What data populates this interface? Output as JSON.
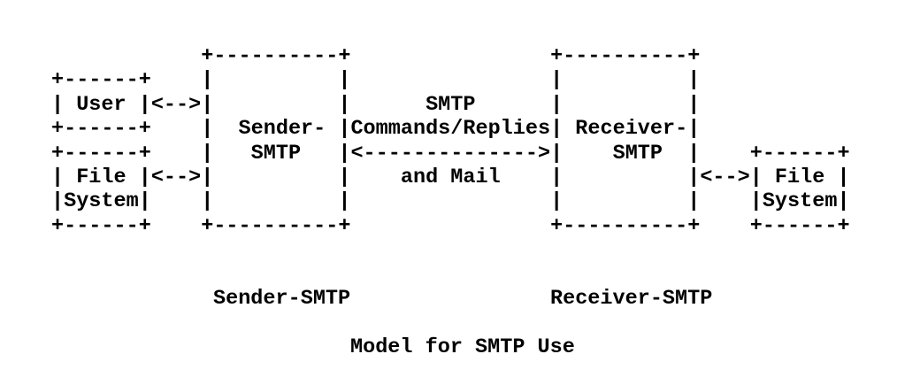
{
  "diagram": {
    "ascii_art": [
      "            +----------+                +----------+",
      "+------+    |          |                |          |",
      "| User |<-->|          |      SMTP      |          |",
      "+------+    |  Sender- |Commands/Replies| Receiver-|",
      "+------+    |   SMTP   |<-------------->|    SMTP  |    +------+",
      "| File |<-->|          |    and Mail    |          |<-->| File |",
      "|System|    |          |                |          |    |System|",
      "+------+    +----------+                +----------+    +------+"
    ],
    "sender_label": "Sender-SMTP",
    "receiver_label": "Receiver-SMTP",
    "caption": "Model for SMTP Use",
    "nodes": {
      "left_boxes": [
        "User",
        "File System"
      ],
      "sender_box": "Sender-SMTP",
      "receiver_box": "Receiver-SMTP",
      "right_boxes": [
        "File System"
      ],
      "channel_text": [
        "SMTP",
        "Commands/Replies",
        "and Mail"
      ]
    },
    "colors": {
      "text": "#000000",
      "background": "#ffffff"
    }
  }
}
